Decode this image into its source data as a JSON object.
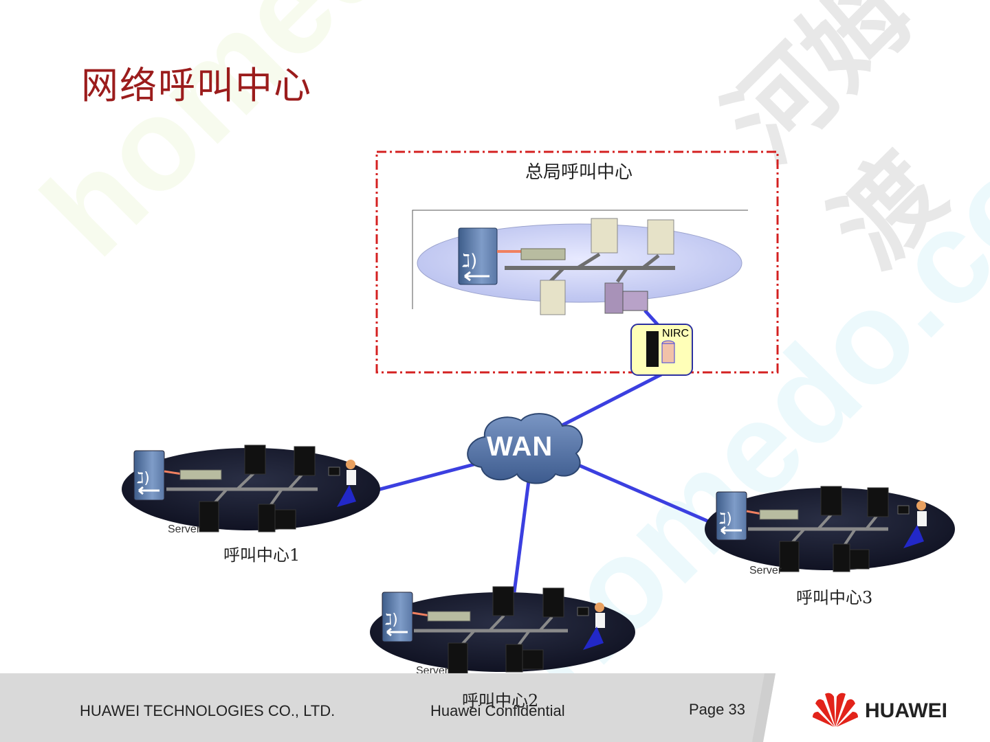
{
  "slide": {
    "title": "网络呼叫中心"
  },
  "diagram": {
    "headquarters_label": "总局呼叫中心",
    "nirc_label": "NIRC",
    "wan_label": "WAN",
    "centers": [
      {
        "label": "呼叫中心1",
        "server_label": "Server"
      },
      {
        "label": "呼叫中心2",
        "server_label": "Server"
      },
      {
        "label": "呼叫中心3",
        "server_label": "Server"
      }
    ]
  },
  "watermark": {
    "text_en": "homedo.com",
    "text_cn": "河姆渡"
  },
  "footer": {
    "company": "HUAWEI TECHNOLOGIES CO., LTD.",
    "confidential": "Huawei Confidential",
    "page": "Page 33",
    "brand": "HUAWEI"
  },
  "colors": {
    "title": "#9b1c1c",
    "link": "#3b3fe0",
    "hq_border": "#d42020",
    "footer_bg": "#d9d9d9"
  }
}
